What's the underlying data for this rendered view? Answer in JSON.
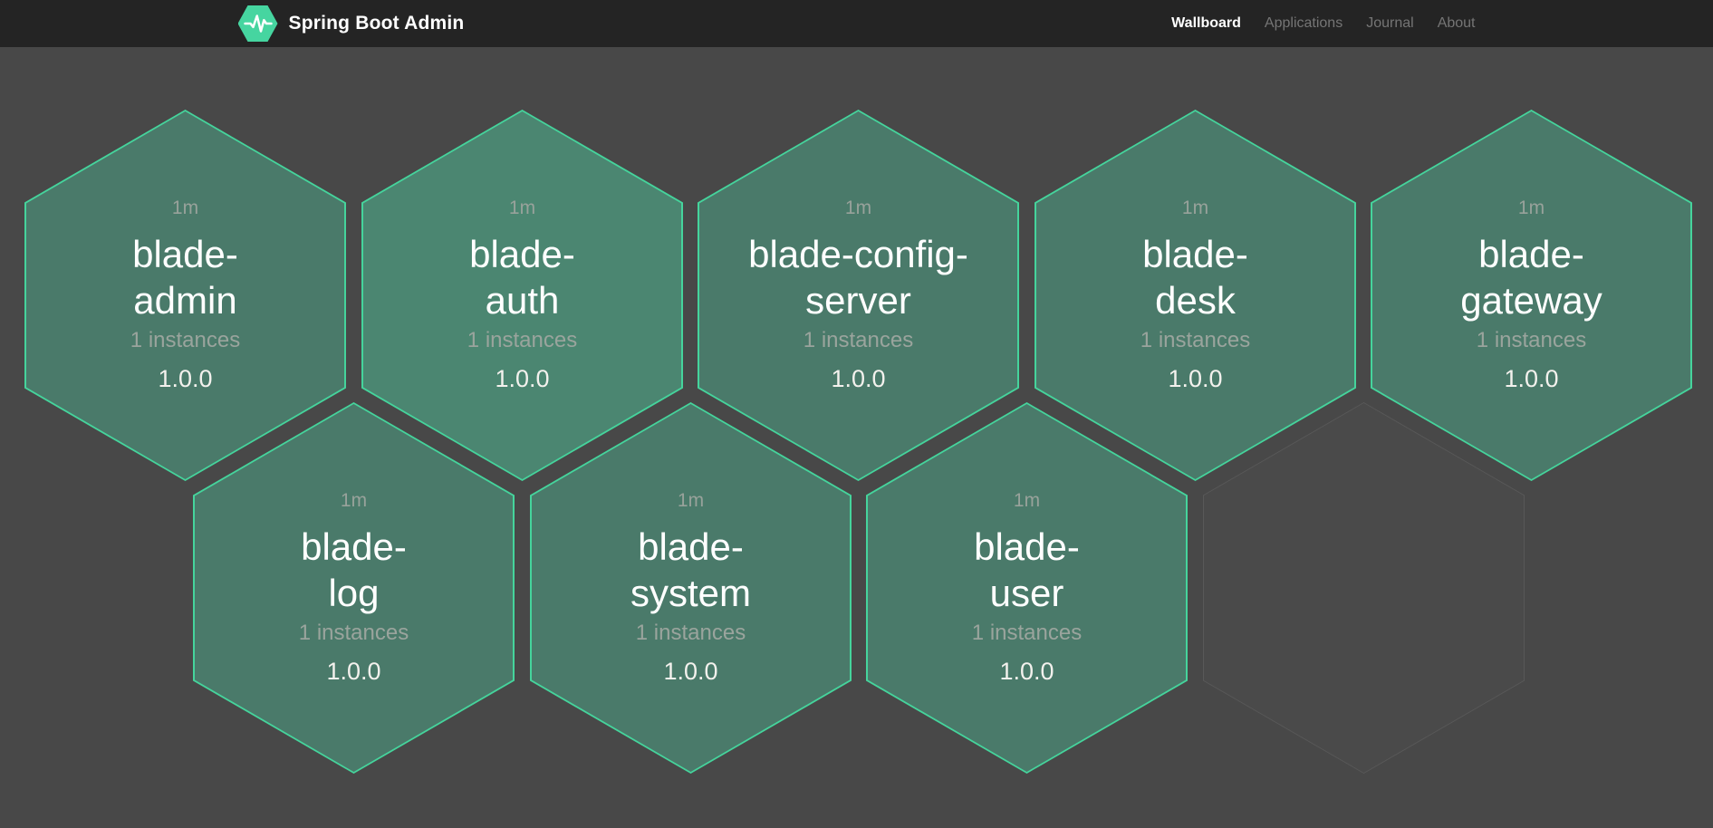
{
  "navbar": {
    "brand": "Spring Boot Admin",
    "items": [
      {
        "label": "Wallboard",
        "active": true
      },
      {
        "label": "Applications",
        "active": false
      },
      {
        "label": "Journal",
        "active": false
      },
      {
        "label": "About",
        "active": false
      }
    ]
  },
  "colors": {
    "brand_green": "#46d5a0",
    "hex_border_up": "#45d49c",
    "hex_fill": "#4a7a6a",
    "hex_fill_highlight": "#4b8671",
    "empty_hex_border": "#585858",
    "empty_hex_fill": "#4a4a4a",
    "page_bg": "#484848",
    "navbar_bg": "#242424",
    "muted_text": "#98a29b"
  },
  "apps": [
    {
      "name": "blade-admin",
      "name_lines": [
        "blade-",
        "admin"
      ],
      "uptime": "1m",
      "instances": "1 instances",
      "version": "1.0.0",
      "status": "up"
    },
    {
      "name": "blade-auth",
      "name_lines": [
        "blade-",
        "auth"
      ],
      "uptime": "1m",
      "instances": "1 instances",
      "version": "1.0.0",
      "status": "up"
    },
    {
      "name": "blade-config-server",
      "name_lines": [
        "blade-config-",
        "server"
      ],
      "uptime": "1m",
      "instances": "1 instances",
      "version": "1.0.0",
      "status": "up"
    },
    {
      "name": "blade-desk",
      "name_lines": [
        "blade-",
        "desk"
      ],
      "uptime": "1m",
      "instances": "1 instances",
      "version": "1.0.0",
      "status": "up"
    },
    {
      "name": "blade-gateway",
      "name_lines": [
        "blade-",
        "gateway"
      ],
      "uptime": "1m",
      "instances": "1 instances",
      "version": "1.0.0",
      "status": "up"
    },
    {
      "name": "blade-log",
      "name_lines": [
        "blade-",
        "log"
      ],
      "uptime": "1m",
      "instances": "1 instances",
      "version": "1.0.0",
      "status": "up"
    },
    {
      "name": "blade-system",
      "name_lines": [
        "blade-",
        "system"
      ],
      "uptime": "1m",
      "instances": "1 instances",
      "version": "1.0.0",
      "status": "up"
    },
    {
      "name": "blade-user",
      "name_lines": [
        "blade-",
        "user"
      ],
      "uptime": "1m",
      "instances": "1 instances",
      "version": "1.0.0",
      "status": "up"
    }
  ]
}
